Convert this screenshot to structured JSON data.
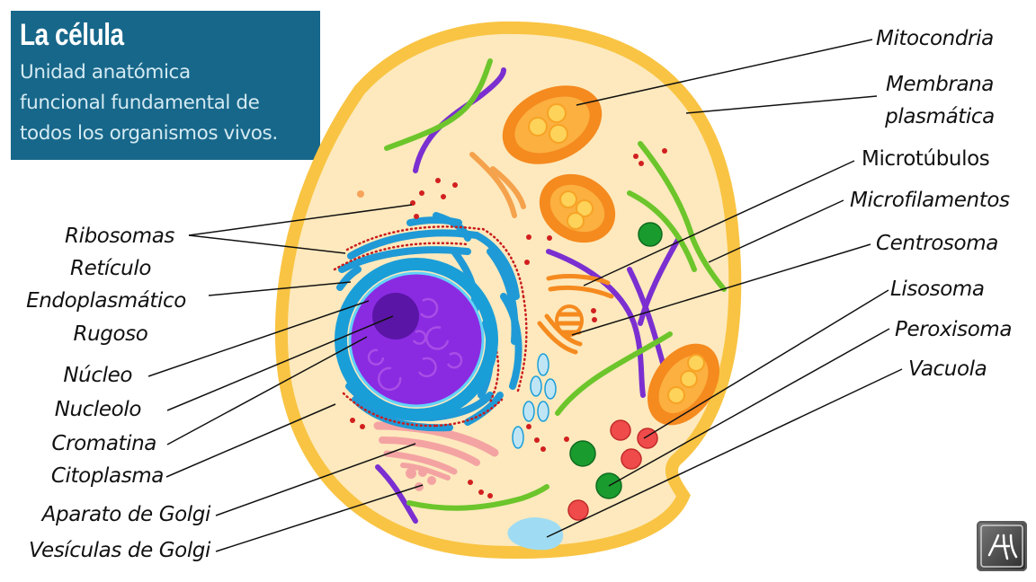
{
  "title": "La célula",
  "subtitle": [
    "Unidad anatómica",
    "funcional fundamental de",
    "todos los organismos vivos."
  ],
  "labels_left": {
    "ribosomas": "Ribosomas",
    "reticulo": [
      "Retículo",
      "Endoplasmático",
      "Rugoso"
    ],
    "nucleo": "Núcleo",
    "nucleolo": "Nucleolo",
    "cromatina": "Cromatina",
    "citoplasma": "Citoplasma",
    "golgi": "Aparato de Golgi",
    "vesiculas": "Vesículas de Golgi"
  },
  "labels_right": {
    "mitocondria": "Mitocondria",
    "membrana": [
      "Membrana",
      "plasmática"
    ],
    "microtubulos": "Microtúbulos",
    "microfilamentos": "Microfilamentos",
    "centrosoma": "Centrosoma",
    "lisosoma": "Lisosoma",
    "peroxisoma": "Peroxisoma",
    "vacuola": "Vacuola"
  },
  "colors": {
    "title_bg": "#17678a",
    "membrane": "#f9c443",
    "cytoplasm": "#fde9bd",
    "nucleus": "#7b1ec9",
    "nuclear_envelope": "#1a9ed8",
    "reticulum": "#1f9ad6",
    "mitochondria": "#f58a1f",
    "lysosome": "#ef4b4b",
    "peroxisome": "#1a9b2e",
    "vacuole": "#9fdcf3",
    "golgi": "#f4a3a3",
    "microtubules": "#7b2fd1",
    "microfilaments": "#6cc52b"
  }
}
